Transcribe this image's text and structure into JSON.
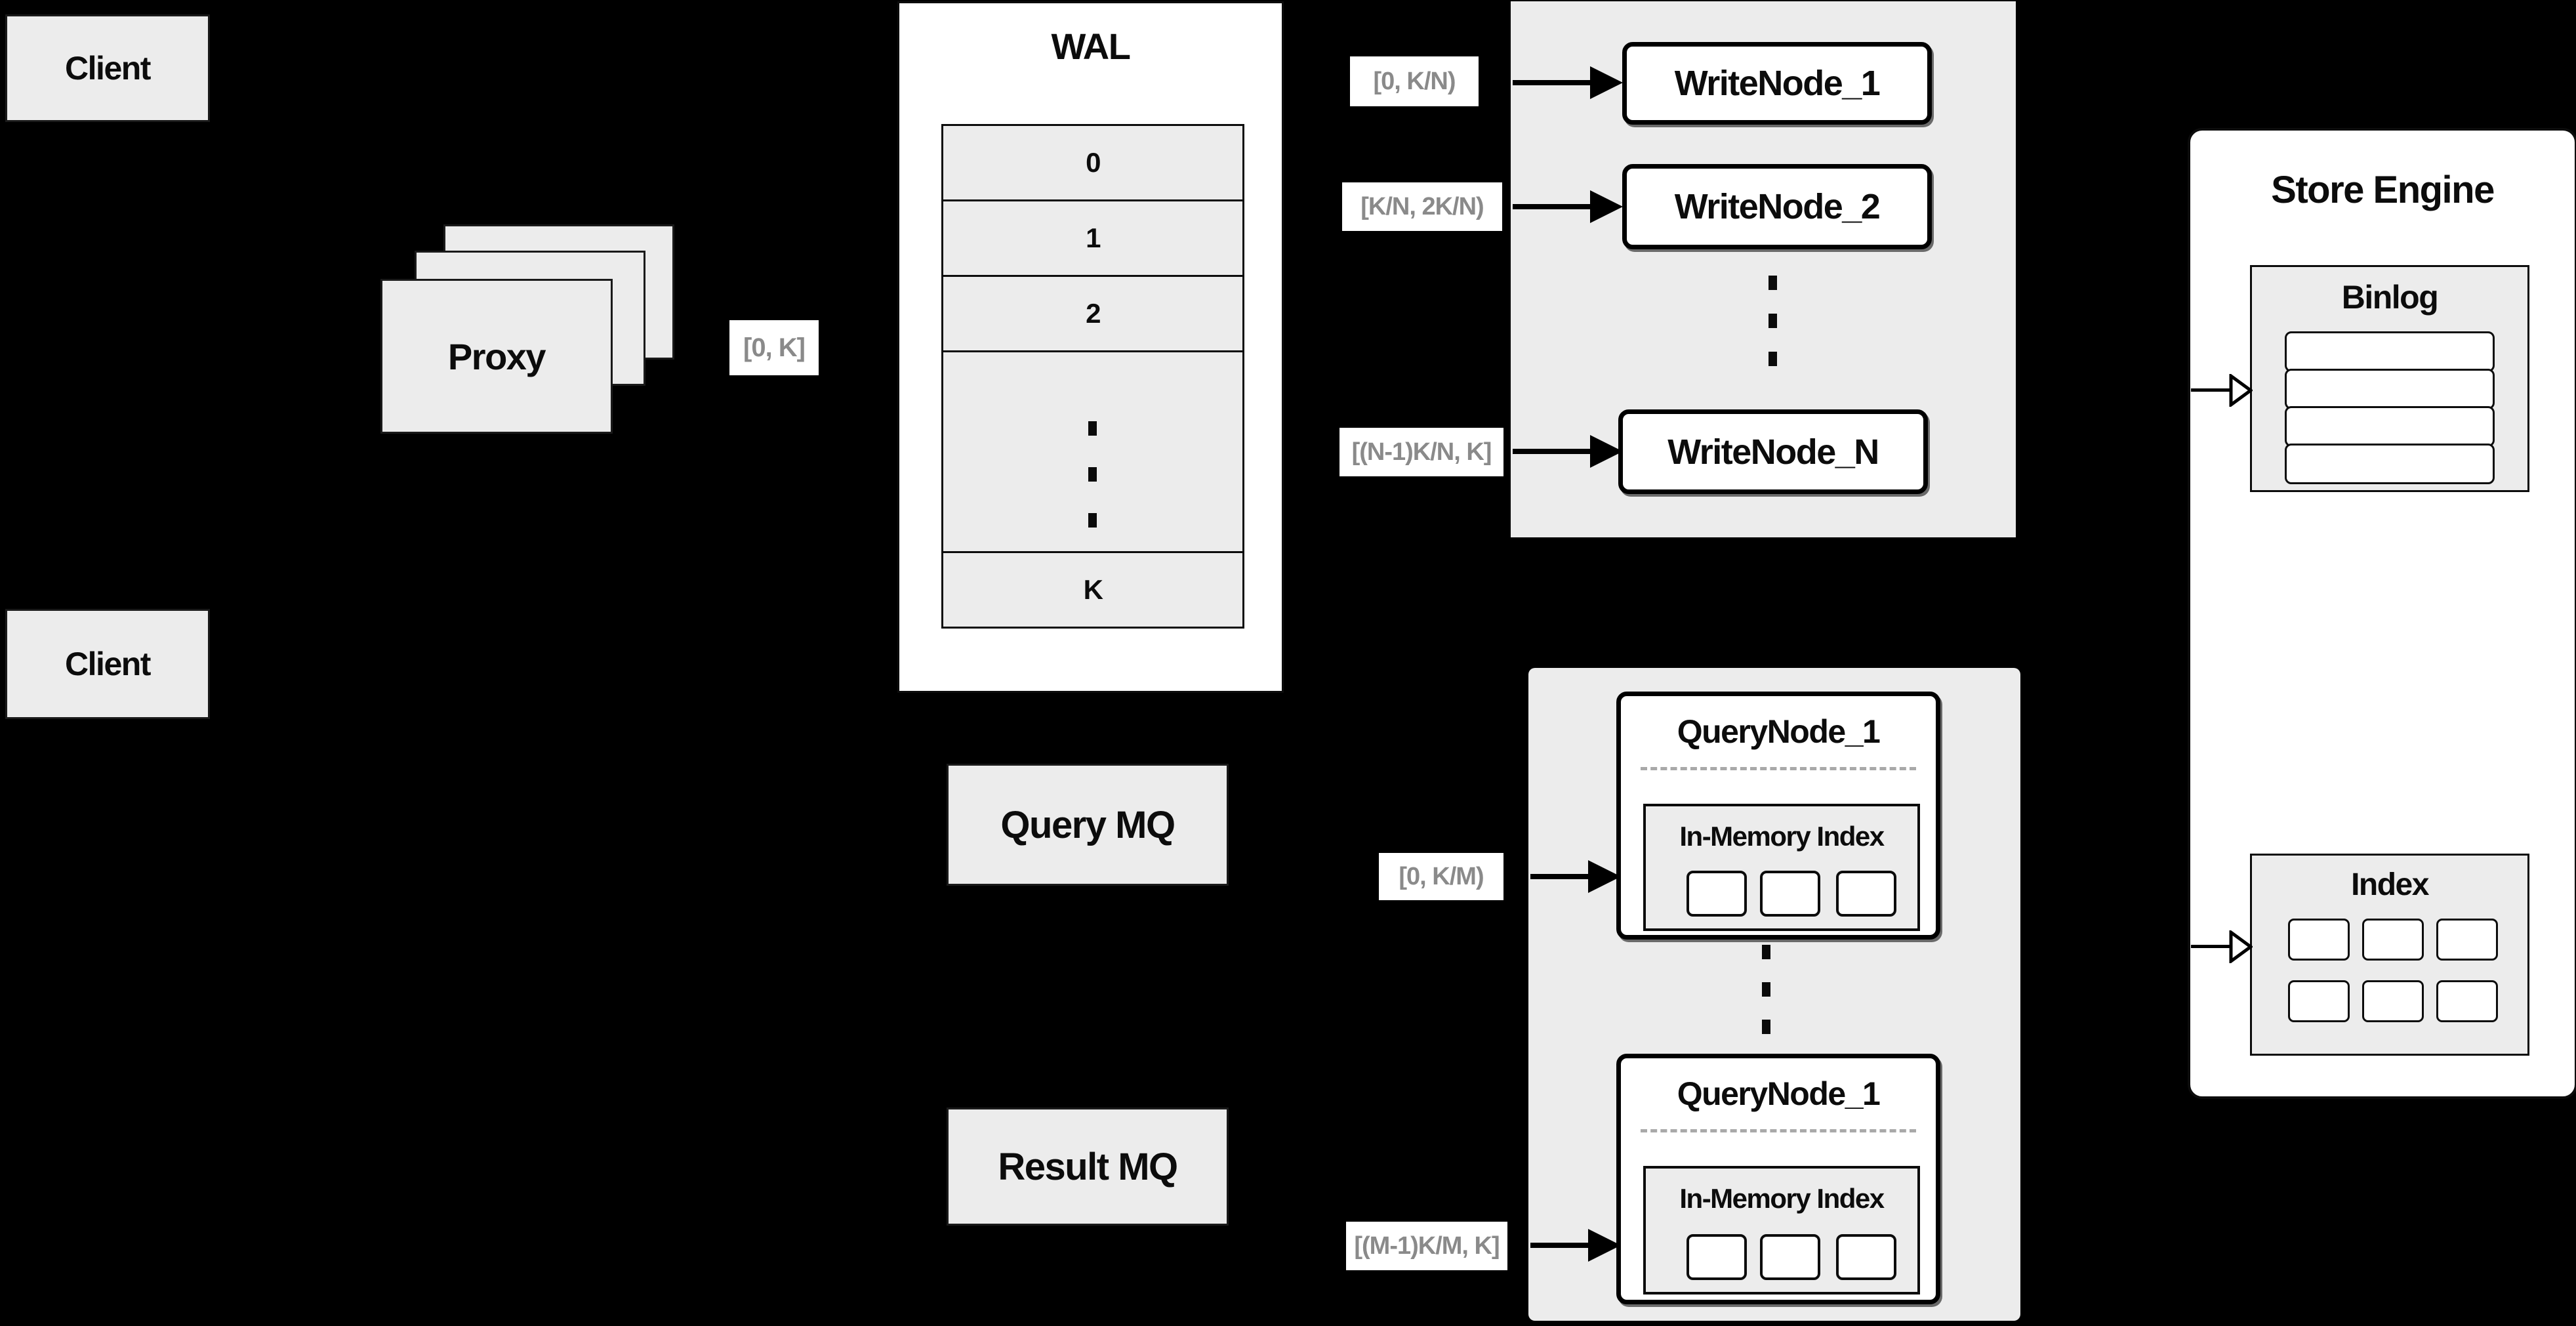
{
  "colors": {
    "background": "#000000",
    "panel_gray": "#ececec",
    "box_white": "#ffffff",
    "border_black": "#000000",
    "range_label_text": "#8a8a8a"
  },
  "clients": {
    "top": "Client",
    "bottom": "Client"
  },
  "proxy": {
    "label": "Proxy",
    "range_to_wal": "[0, K]"
  },
  "wal": {
    "title": "WAL",
    "rows": [
      "0",
      "1",
      "2",
      "K"
    ]
  },
  "write_section": {
    "nodes": [
      {
        "range": "[0, K/N)",
        "name": "WriteNode_1"
      },
      {
        "range": "[K/N, 2K/N)",
        "name": "WriteNode_2"
      },
      {
        "range": "[(N-1)K/N, K]",
        "name": "WriteNode_N"
      }
    ]
  },
  "store_engine": {
    "title": "Store Engine",
    "binlog": {
      "title": "Binlog"
    },
    "index": {
      "title": "Index"
    }
  },
  "mq": {
    "query": "Query MQ",
    "result": "Result MQ"
  },
  "query_section": {
    "nodes": [
      {
        "range": "[0, K/M)",
        "name": "QueryNode_1",
        "inner_title": "In-Memory Index"
      },
      {
        "range": "[(M-1)K/M, K]",
        "name": "QueryNode_1",
        "inner_title": "In-Memory Index"
      }
    ]
  }
}
